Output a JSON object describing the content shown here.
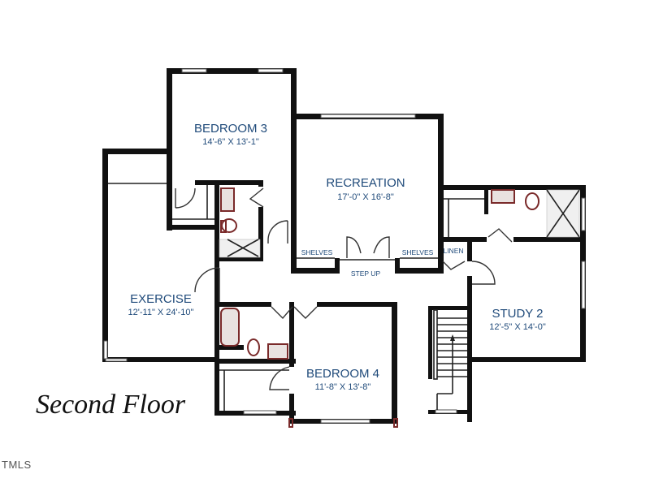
{
  "title": "Second Floor",
  "watermark": "TMLS",
  "rooms": {
    "bedroom3": {
      "name": "BEDROOM 3",
      "dim": "14'-6\" X 13'-1\""
    },
    "recreation": {
      "name": "RECREATION",
      "dim": "17'-0\" X 16'-8\""
    },
    "exercise": {
      "name": "EXERCISE",
      "dim": "12'-11\" X 24'-10\""
    },
    "study2": {
      "name": "STUDY 2",
      "dim": "12'-5\" X 14'-0\""
    },
    "bedroom4": {
      "name": "BEDROOM 4",
      "dim": "11'-8\" X 13'-8\""
    }
  },
  "labels": {
    "shelves_left": "SHELVES",
    "shelves_right": "SHELVES",
    "step_up": "STEP UP",
    "linen": "LINEN"
  },
  "colors": {
    "wall": "#111111",
    "label_text": "#1f4a7a",
    "fixture": "#7a2a2a"
  }
}
